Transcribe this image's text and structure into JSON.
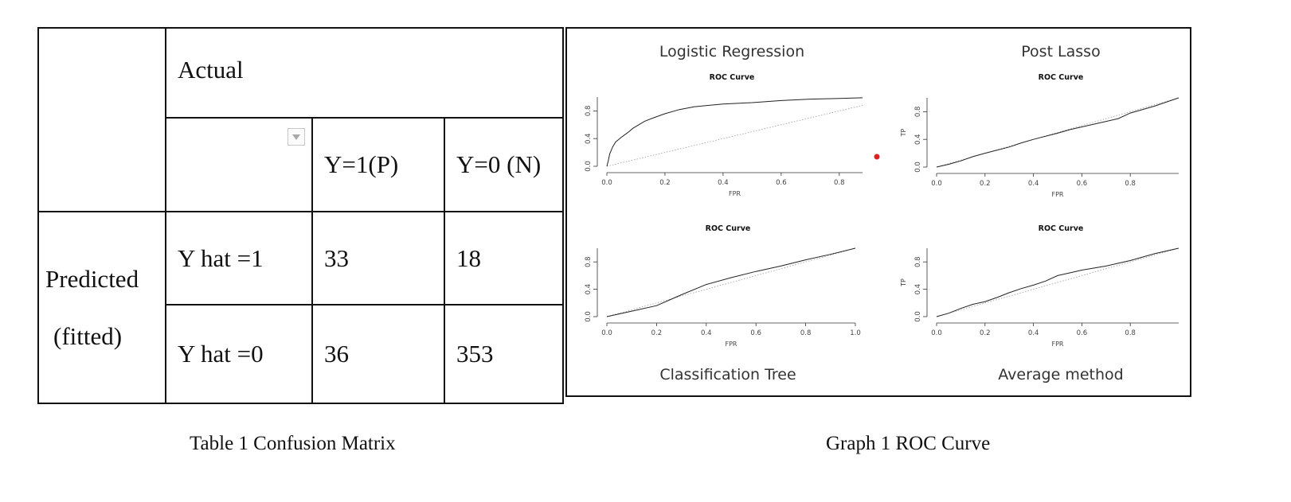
{
  "confusion_matrix": {
    "actual_label": "Actual",
    "predicted_label_line1": "Predicted",
    "predicted_label_line2": "(fitted)",
    "columns": [
      "Y=1(P)",
      "Y=0 (N)"
    ],
    "rows": [
      {
        "label": "Y hat =1",
        "values": [
          "33",
          "18"
        ]
      },
      {
        "label": "Y hat =0",
        "values": [
          "36",
          "353"
        ]
      }
    ],
    "dropdown_icon": "chevron-down-icon"
  },
  "roc": {
    "panels": [
      {
        "model": "Logistic Regression",
        "title": "ROC Curve",
        "xlabel": "FPR",
        "ylabel": "",
        "xticks": [
          "0.0",
          "0.2",
          "0.4",
          "0.6",
          "0.8"
        ],
        "yticks": [
          "0.0",
          "0.4",
          "0.8"
        ],
        "curve": [
          [
            0,
            0
          ],
          [
            0.005,
            0.08
          ],
          [
            0.01,
            0.18
          ],
          [
            0.02,
            0.28
          ],
          [
            0.03,
            0.35
          ],
          [
            0.05,
            0.42
          ],
          [
            0.07,
            0.48
          ],
          [
            0.09,
            0.55
          ],
          [
            0.11,
            0.6
          ],
          [
            0.13,
            0.65
          ],
          [
            0.16,
            0.7
          ],
          [
            0.2,
            0.76
          ],
          [
            0.25,
            0.82
          ],
          [
            0.3,
            0.86
          ],
          [
            0.4,
            0.9
          ],
          [
            0.5,
            0.92
          ],
          [
            0.6,
            0.95
          ],
          [
            0.7,
            0.97
          ],
          [
            0.8,
            0.98
          ],
          [
            0.88,
            0.99
          ]
        ]
      },
      {
        "model": "Post Lasso",
        "title": "ROC Curve",
        "xlabel": "FPR",
        "ylabel": "TP",
        "xticks": [
          "0.0",
          "0.2",
          "0.4",
          "0.6",
          "0.8"
        ],
        "yticks": [
          "0.0",
          "0.4",
          "0.8"
        ],
        "curve": [
          [
            0,
            0
          ],
          [
            0.05,
            0.04
          ],
          [
            0.1,
            0.09
          ],
          [
            0.15,
            0.15
          ],
          [
            0.2,
            0.2
          ],
          [
            0.3,
            0.29
          ],
          [
            0.35,
            0.35
          ],
          [
            0.4,
            0.4
          ],
          [
            0.5,
            0.49
          ],
          [
            0.55,
            0.54
          ],
          [
            0.6,
            0.58
          ],
          [
            0.7,
            0.66
          ],
          [
            0.75,
            0.7
          ],
          [
            0.8,
            0.78
          ],
          [
            0.9,
            0.88
          ],
          [
            1.0,
            1.0
          ]
        ]
      },
      {
        "model": "Classification Tree",
        "title": "ROC Curve",
        "xlabel": "FPR",
        "ylabel": "",
        "xticks": [
          "0.0",
          "0.2",
          "0.4",
          "0.6",
          "0.8",
          "1.0"
        ],
        "yticks": [
          "0.0",
          "0.4",
          "0.8"
        ],
        "curve": [
          [
            0,
            0
          ],
          [
            0.1,
            0.08
          ],
          [
            0.2,
            0.16
          ],
          [
            0.3,
            0.32
          ],
          [
            0.4,
            0.47
          ],
          [
            0.5,
            0.57
          ],
          [
            0.6,
            0.66
          ],
          [
            0.7,
            0.74
          ],
          [
            0.8,
            0.83
          ],
          [
            0.9,
            0.91
          ],
          [
            1.0,
            1.0
          ]
        ]
      },
      {
        "model": "Average method",
        "title": "ROC Curve",
        "xlabel": "FPR",
        "ylabel": "TP",
        "xticks": [
          "0.0",
          "0.2",
          "0.4",
          "0.6",
          "0.8"
        ],
        "yticks": [
          "0.0",
          "0.4",
          "0.8"
        ],
        "curve": [
          [
            0,
            0
          ],
          [
            0.05,
            0.05
          ],
          [
            0.1,
            0.12
          ],
          [
            0.15,
            0.18
          ],
          [
            0.2,
            0.22
          ],
          [
            0.25,
            0.28
          ],
          [
            0.3,
            0.35
          ],
          [
            0.35,
            0.41
          ],
          [
            0.4,
            0.46
          ],
          [
            0.45,
            0.52
          ],
          [
            0.5,
            0.6
          ],
          [
            0.55,
            0.64
          ],
          [
            0.6,
            0.68
          ],
          [
            0.7,
            0.74
          ],
          [
            0.75,
            0.78
          ],
          [
            0.8,
            0.82
          ],
          [
            0.9,
            0.92
          ],
          [
            1.0,
            1.0
          ]
        ]
      }
    ],
    "marker_color": "#e02020",
    "curve_color": "#222222",
    "diagonal_color": "#9a9a9a"
  },
  "captions": {
    "table": "Table 1 Confusion Matrix",
    "graph": "Graph 1 ROC Curve"
  }
}
